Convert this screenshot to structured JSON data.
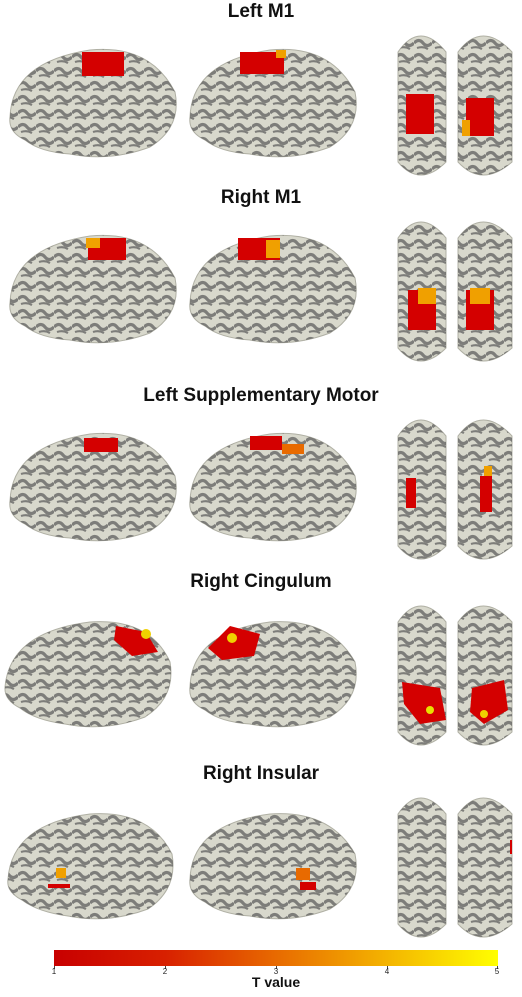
{
  "panels": [
    {
      "title": "Left M1"
    },
    {
      "title": "Right M1"
    },
    {
      "title": "Left Supplementary Motor"
    },
    {
      "title": "Right Cingulum"
    },
    {
      "title": "Right Insular"
    }
  ],
  "colorbar": {
    "label": "T value",
    "ticks": [
      "1",
      "2",
      "3",
      "4",
      "5"
    ],
    "colors": [
      "#c80000",
      "#e86a00",
      "#ffff00"
    ]
  },
  "colors": {
    "cortex": "#d8d8cc",
    "sulcus": "#5e5e5e",
    "activation": "#d40000",
    "highlight": "#f0a000"
  }
}
